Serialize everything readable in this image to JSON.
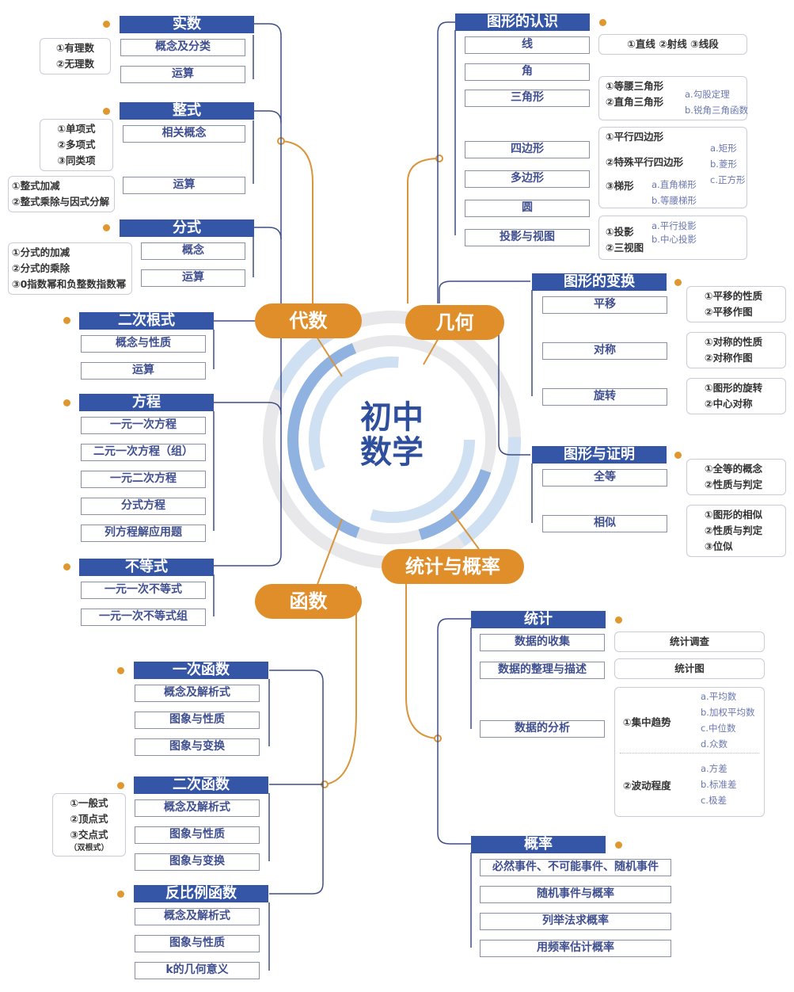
{
  "center": {
    "line1": "初中",
    "line2": "数学"
  },
  "colors": {
    "header": "#3556a6",
    "branch_pill": "#e08e2a",
    "connector": "#3e4f86",
    "ring_dark": "#8fb2e0",
    "ring_light": "#cfe0f2",
    "ring_gray": "#e8e8ea"
  },
  "branches": {
    "algebra": {
      "label": "代数",
      "groups": [
        {
          "badge": "1",
          "title": "实数",
          "items": [
            "概念及分类",
            "运算"
          ],
          "notes": [
            {
              "lines": [
                "①有理数",
                "②无理数"
              ]
            }
          ]
        },
        {
          "badge": "2",
          "title": "整式",
          "items": [
            "相关概念",
            "运算"
          ],
          "notes": [
            {
              "lines": [
                "①单项式",
                "②多项式",
                "③同类项"
              ]
            },
            {
              "lines": [
                "①整式加减",
                "②整式乘除与因式分解"
              ]
            }
          ]
        },
        {
          "badge": "3",
          "title": "分式",
          "items": [
            "概念",
            "运算"
          ],
          "notes": [
            {
              "lines": [
                "①分式的加减",
                "②分式的乘除",
                "③0指数幂和负整数指数幂"
              ]
            }
          ]
        },
        {
          "badge": "4",
          "title": "二次根式",
          "items": [
            "概念与性质",
            "运算"
          ]
        },
        {
          "badge": "5",
          "title": "方程",
          "items": [
            "一元一次方程",
            "二元一次方程（组）",
            "一元二次方程",
            "分式方程",
            "列方程解应用题"
          ]
        },
        {
          "badge": "6",
          "title": "不等式",
          "items": [
            "一元一次不等式",
            "一元一次不等式组"
          ]
        }
      ]
    },
    "geometry": {
      "label": "几何",
      "groups": [
        {
          "badge": "1",
          "title": "图形的认识",
          "items": [
            "线",
            "角",
            "三角形",
            "四边形",
            "多边形",
            "圆",
            "投影与视图"
          ],
          "notes": {
            "line": "①直线  ②射线  ③线段",
            "triangle": {
              "l1": "①等腰三角形",
              "l2": "②直角三角形",
              "a": "a.勾股定理",
              "b": "b.锐角三角函数"
            },
            "quad": {
              "l1": "①平行四边形",
              "l2": "②特殊平行四边形",
              "l2a": "a.矩形",
              "l2b": "b.菱形",
              "l2c": "c.正方形",
              "l3": "③梯形",
              "l3a": "a.直角梯形",
              "l3b": "b.等腰梯形"
            },
            "proj": {
              "l1": "①投影",
              "l1a": "a.平行投影",
              "l1b": "b.中心投影",
              "l2": "②三视图"
            }
          }
        },
        {
          "badge": "2",
          "title": "图形的变换",
          "items": [
            "平移",
            "对称",
            "旋转"
          ],
          "notes": [
            [
              "①平移的性质",
              "②平移作图"
            ],
            [
              "①对称的性质",
              "②对称作图"
            ],
            [
              "①图形的旋转",
              "②中心对称"
            ]
          ]
        },
        {
          "badge": "3",
          "title": "图形与证明",
          "items": [
            "全等",
            "相似"
          ],
          "notes": [
            [
              "①全等的概念",
              "②性质与判定"
            ],
            [
              "①图形的相似",
              "②性质与判定",
              "③位似"
            ]
          ]
        }
      ]
    },
    "functions": {
      "label": "函数",
      "groups": [
        {
          "badge": "1",
          "title": "一次函数",
          "items": [
            "概念及解析式",
            "图象与性质",
            "图象与变换"
          ]
        },
        {
          "badge": "2",
          "title": "二次函数",
          "items": [
            "概念及解析式",
            "图象与性质",
            "图象与变换"
          ],
          "notes": [
            {
              "lines": [
                "①一般式",
                "②顶点式",
                "③交点式"
              ],
              "sub": "（双根式）"
            }
          ]
        },
        {
          "badge": "3",
          "title": "反比例函数",
          "items": [
            "概念及解析式",
            "图象与性质",
            "k的几何意义"
          ]
        }
      ]
    },
    "stats": {
      "label": "统计与概率",
      "groups": [
        {
          "badge": "1",
          "title": "统计",
          "items": [
            "数据的收集",
            "数据的整理与描述",
            "数据的分析"
          ],
          "notes": {
            "collect": "统计调查",
            "describe": "统计图",
            "central": {
              "label": "①集中趋势",
              "a": "a.平均数",
              "b": "b.加权平均数",
              "c": "c.中位数",
              "d": "d.众数"
            },
            "spread": {
              "label": "②波动程度",
              "a": "a.方差",
              "b": "b.标准差",
              "c": "c.极差"
            }
          }
        },
        {
          "badge": "2",
          "title": "概率",
          "items": [
            "必然事件、不可能事件、随机事件",
            "随机事件与概率",
            "列举法求概率",
            "用频率估计概率"
          ]
        }
      ]
    }
  }
}
